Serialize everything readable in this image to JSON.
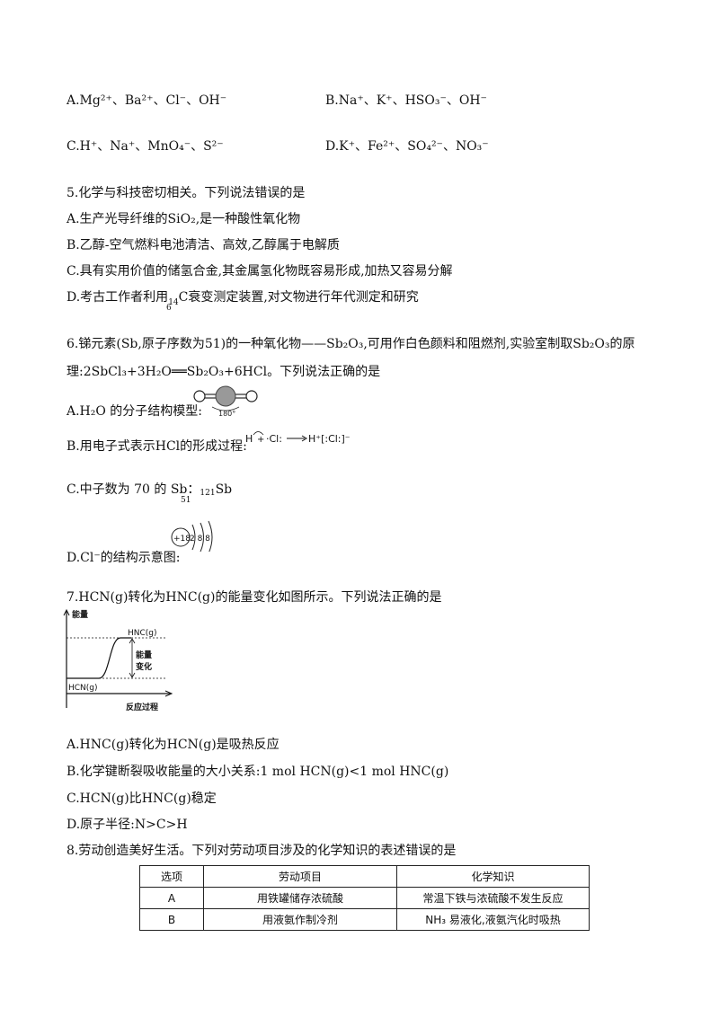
{
  "q4": {
    "A": "A.Mg²⁺、Ba²⁺、Cl⁻、OH⁻",
    "B": "B.Na⁺、K⁺、HSO₃⁻、OH⁻",
    "C": "C.H⁺、Na⁺、MnO₄⁻、S²⁻",
    "D": "D.K⁺、Fe²⁺、SO₄²⁻、NO₃⁻"
  },
  "q5": {
    "stem": "5.化学与科技密切相关。下列说法错误的是",
    "A": "A.生产光导纤维的SiO₂,是一种酸性氧化物",
    "B": "B.乙醇-空气燃料电池清洁、高效,乙醇属于电解质",
    "C": "C.具有实用价值的储氢合金,其金属氢化物既容易形成,加热又容易分解",
    "D_pre": "D.考古工作者利用",
    "D_iso_top": "14",
    "D_iso_bottom": "6",
    "D_el": "C",
    "D_post": "衰变测定装置,对文物进行年代测定和研究"
  },
  "q6": {
    "stem1": "6.锑元素(Sb,原子序数为51)的一种氧化物——Sb₂O₃,可用作白色颜料和阻燃剂,实验室制取Sb₂O₃的原",
    "stem2": "理:2SbCl₃+3H₂O══Sb₂O₃+6HCl。下列说法正确的是",
    "A": "A.H₂O 的分子结构模型:",
    "A_angle": "180°",
    "B": "B.用电子式表示HCl的形成过程:",
    "C_pre": "C.中子数为 70 的 Sb：",
    "C_mass": "121",
    "C_num": "51",
    "C_el": "Sb",
    "D": "D.Cl⁻的结构示意图:",
    "D_nucleus": "+18",
    "D_shells": "2 8 8"
  },
  "q7": {
    "stem": "7.HCN(g)转化为HNC(g)的能量变化如图所示。下列说法正确的是",
    "chart": {
      "y_label": "能量",
      "x_label": "反应过程",
      "top_label": "HNC(g)",
      "bottom_label": "HCN(g)",
      "delta_label_1": "能量",
      "delta_label_2": "变化"
    },
    "A": "A.HNC(g)转化为HCN(g)是吸热反应",
    "B": "B.化学键断裂吸收能量的大小关系:1 mol HCN(g)<1 mol HNC(g)",
    "C": "C.HCN(g)比HNC(g)稳定",
    "D": "D.原子半径:N>C>H"
  },
  "q8": {
    "stem": "8.劳动创造美好生活。下列对劳动项目涉及的化学知识的表述错误的是",
    "headers": [
      "选项",
      "劳动项目",
      "化学知识"
    ],
    "rows": [
      [
        "A",
        "用铁罐储存浓硫酸",
        "常温下铁与浓硫酸不发生反应"
      ],
      [
        "B",
        "用液氨作制冷剂",
        "NH₃ 易液化,液氨汽化时吸热"
      ]
    ]
  }
}
